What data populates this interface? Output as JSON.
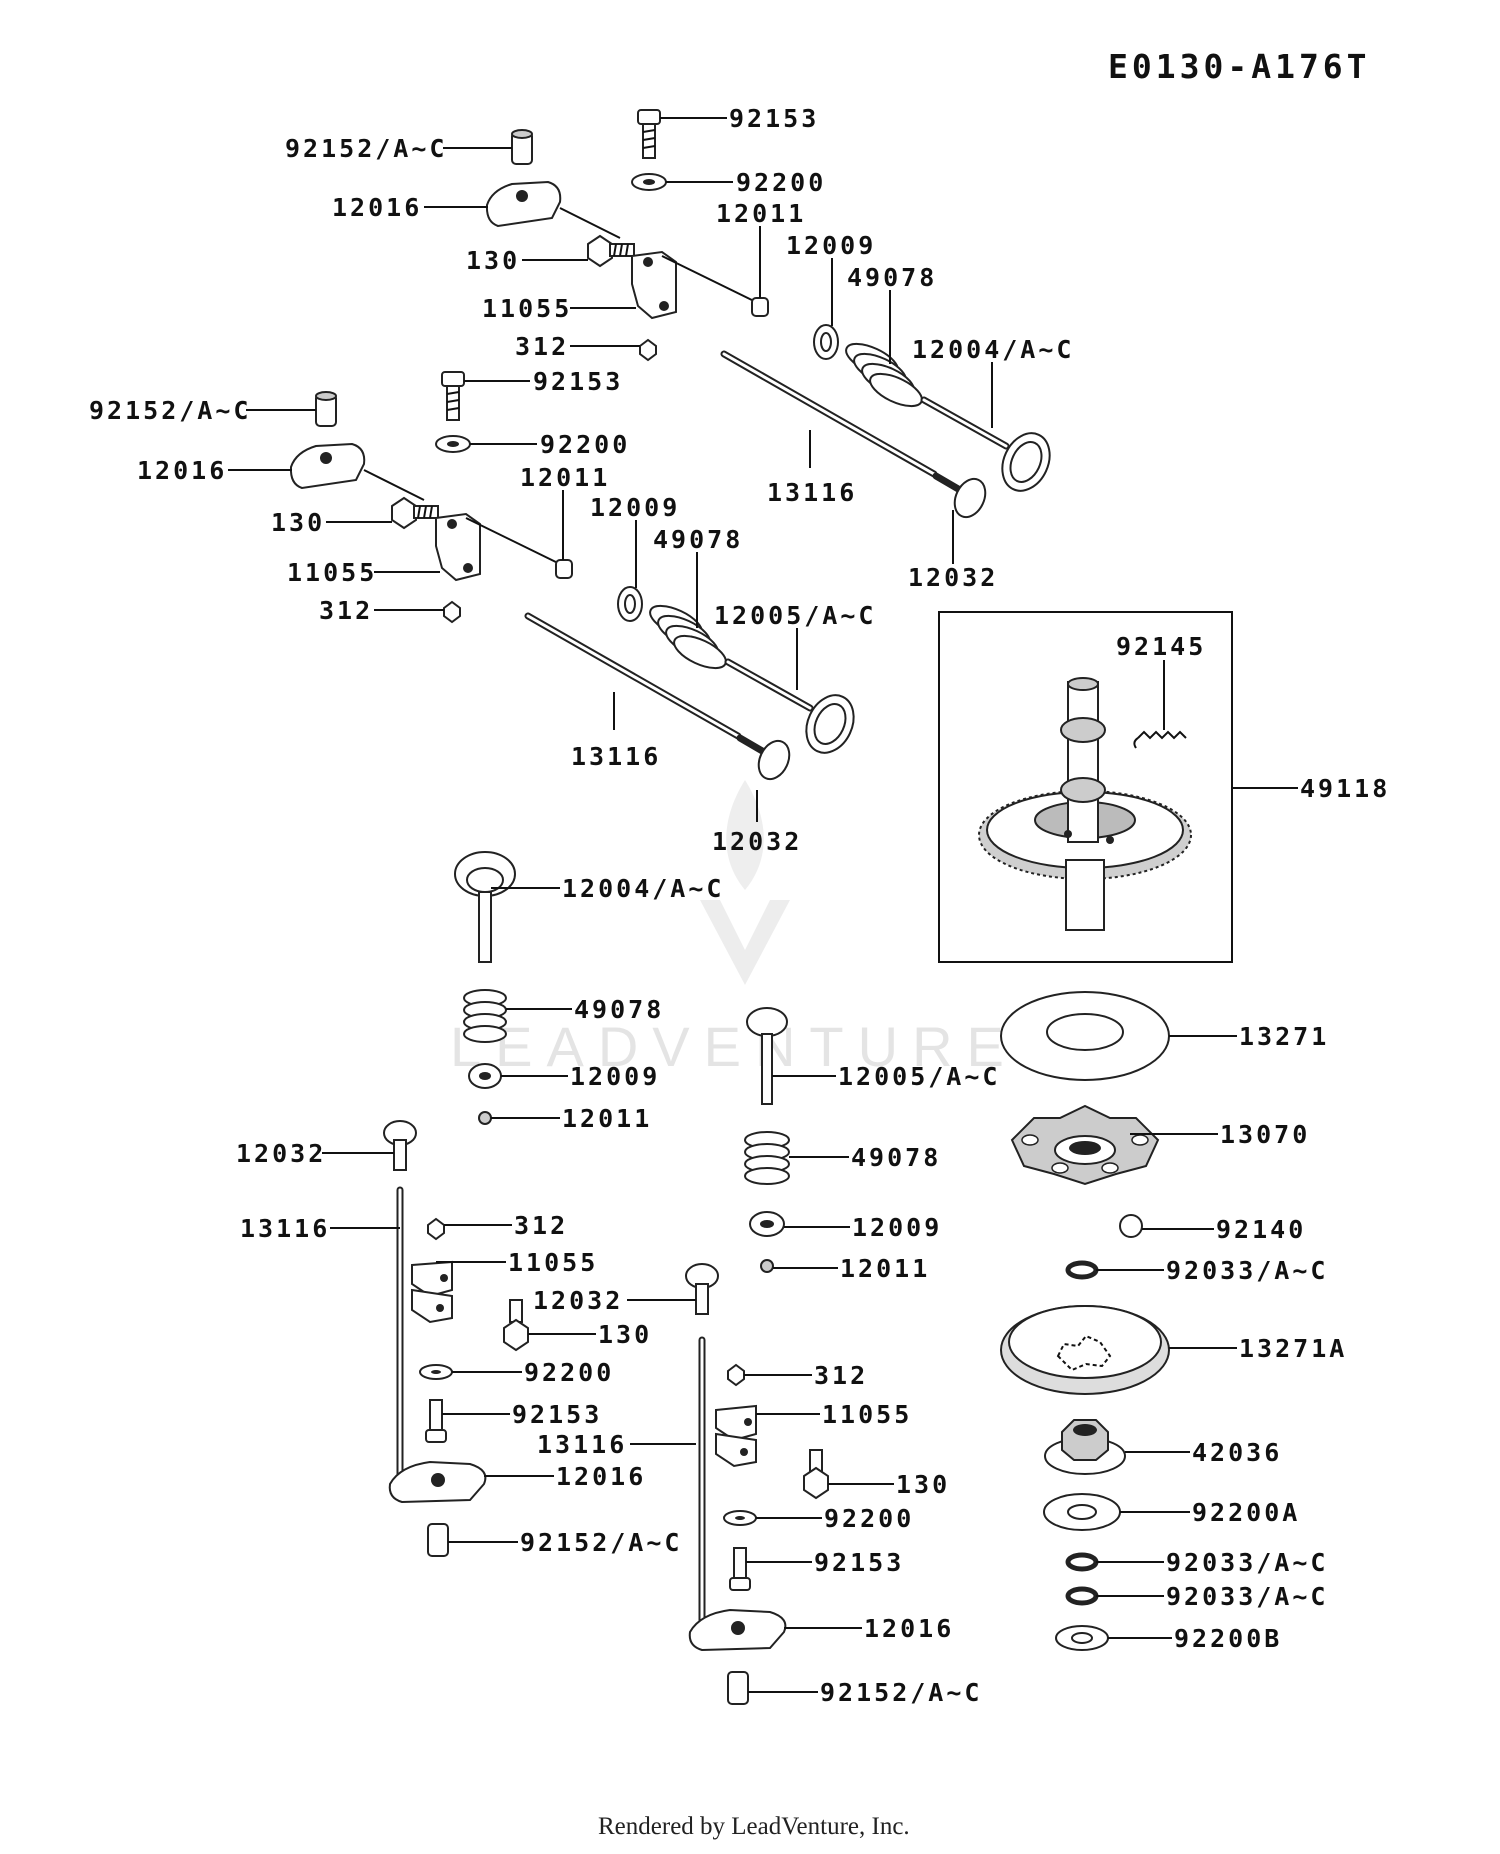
{
  "diagram_code": "E0130-A176T",
  "footer": "Rendered by LeadVenture, Inc.",
  "watermark": "LEADVENTURE",
  "labels": {
    "l1": "92153",
    "l2": "92152/A~C",
    "l3": "92200",
    "l4": "12016",
    "l5": "12011",
    "l6": "130",
    "l7": "12009",
    "l8": "49078",
    "l9": "11055",
    "l10": "312",
    "l11": "12004/A~C",
    "l12": "92153",
    "l13": "92152/A~C",
    "l14": "92200",
    "l15": "12016",
    "l16": "12011",
    "l17": "13116",
    "l18": "130",
    "l19": "12009",
    "l20": "12032",
    "l21": "49078",
    "l22": "11055",
    "l23": "12005/A~C",
    "l24": "312",
    "l25": "92145",
    "l26": "13116",
    "l27": "49118",
    "l28": "12032",
    "l29": "12004/A~C",
    "l30": "49078",
    "l31": "13271",
    "l32": "12005/A~C",
    "l33": "12009",
    "l34": "12011",
    "l35": "13070",
    "l36": "12032",
    "l37": "49078",
    "l38": "13116",
    "l39": "312",
    "l40": "12009",
    "l41": "92140",
    "l42": "11055",
    "l43": "12011",
    "l44": "92033/A~C",
    "l45": "12032",
    "l46": "130",
    "l47": "13271A",
    "l48": "92200",
    "l49": "312",
    "l50": "92153",
    "l51": "13116",
    "l52": "11055",
    "l53": "12016",
    "l54": "130",
    "l55": "42036",
    "l56": "92200",
    "l57": "92200A",
    "l58": "92152/A~C",
    "l59": "92153",
    "l60": "92033/A~C",
    "l61": "92033/A~C",
    "l62": "12016",
    "l63": "92200B",
    "l64": "92152/A~C"
  }
}
